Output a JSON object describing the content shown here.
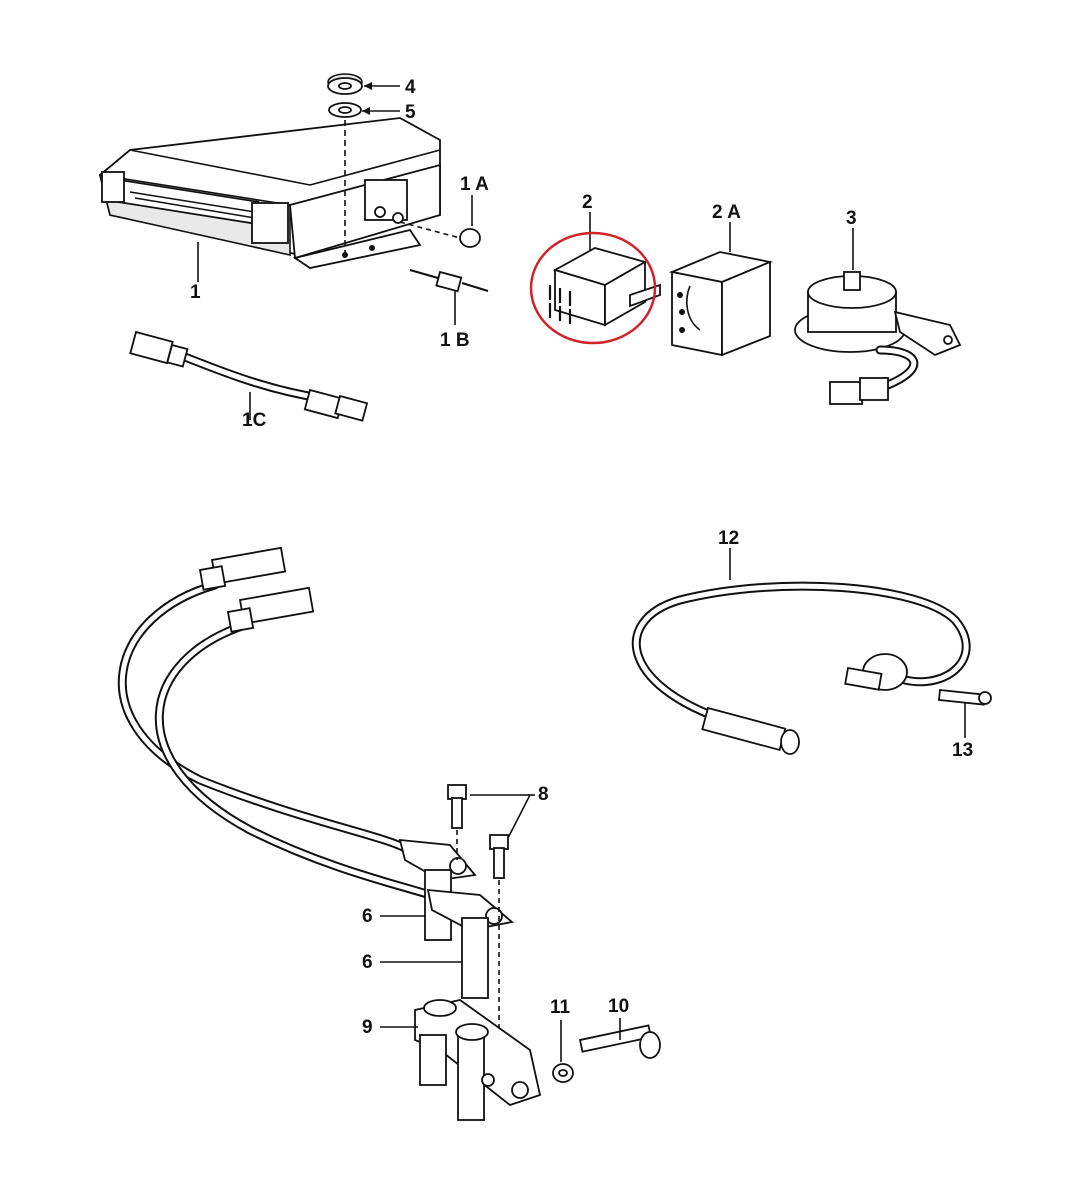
{
  "labels": {
    "p1": "1",
    "p1a": "1 A",
    "p1b": "1 B",
    "p1c": "1C",
    "p2": "2",
    "p2a": "2 A",
    "p3": "3",
    "p4": "4",
    "p5": "5",
    "p6a": "6",
    "p6b": "6",
    "p8": "8",
    "p9": "9",
    "p10": "10",
    "p11": "11",
    "p12": "12",
    "p13": "13"
  },
  "highlight_color": "#d0242b"
}
